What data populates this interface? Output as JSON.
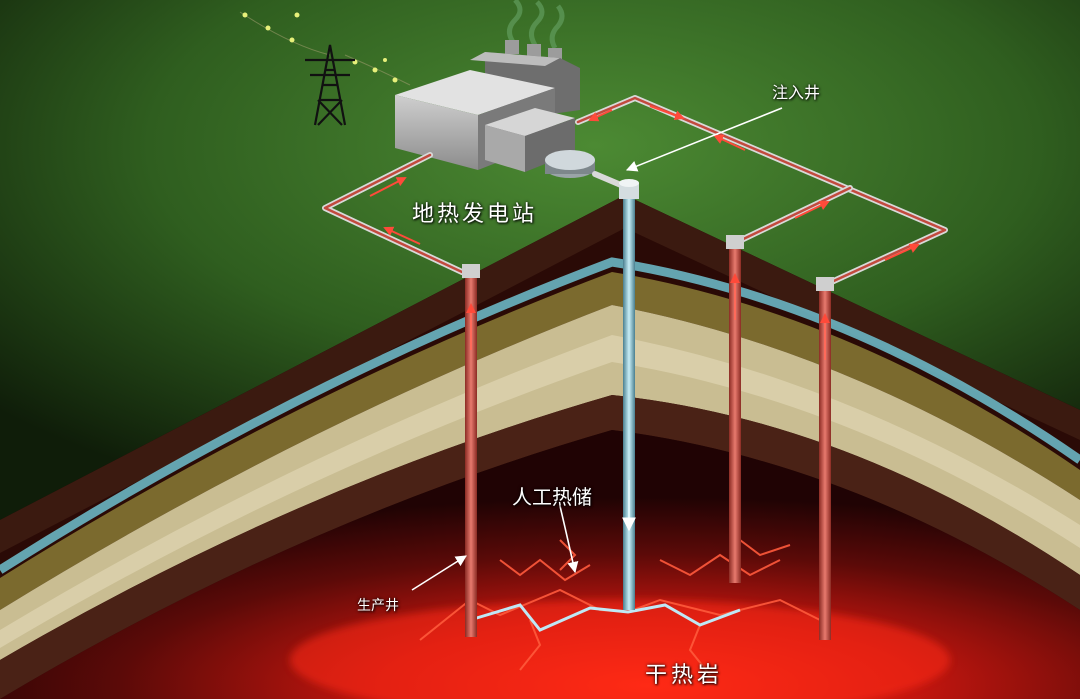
{
  "labels": {
    "power_station": "地热发电站",
    "injection_well": "注入井",
    "artificial_reservoir": "人工热储",
    "production_well": "生产井",
    "hot_dry_rock": "干热岩"
  },
  "colors": {
    "surface_green": "#3f7a2a",
    "surface_dark": "#1b3212",
    "magma_red": "#e0261b",
    "hot_pipe": "#c24a3e",
    "cold_pipe": "#7fb7c8",
    "aquifer_blue": "#6fc0cf",
    "sand_layer": "#c9bd92",
    "dark_layer": "#4a2216"
  },
  "icons": [
    "power-tower-icon",
    "power-plant-icon",
    "steam-icon",
    "arrow-icon"
  ]
}
